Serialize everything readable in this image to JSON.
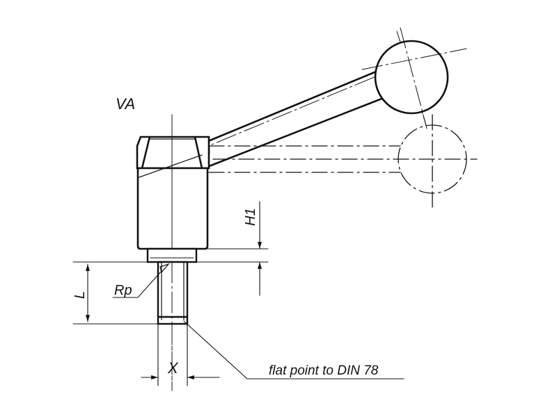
{
  "drawing": {
    "variant_label": "VA",
    "dimensions": {
      "height_h1": "H1",
      "length_l": "L",
      "thread_x": "X",
      "radius_rp": "Rp"
    },
    "note": "flat point to DIN 78"
  },
  "colors": {
    "line": "#111111",
    "background": "#ffffff"
  }
}
